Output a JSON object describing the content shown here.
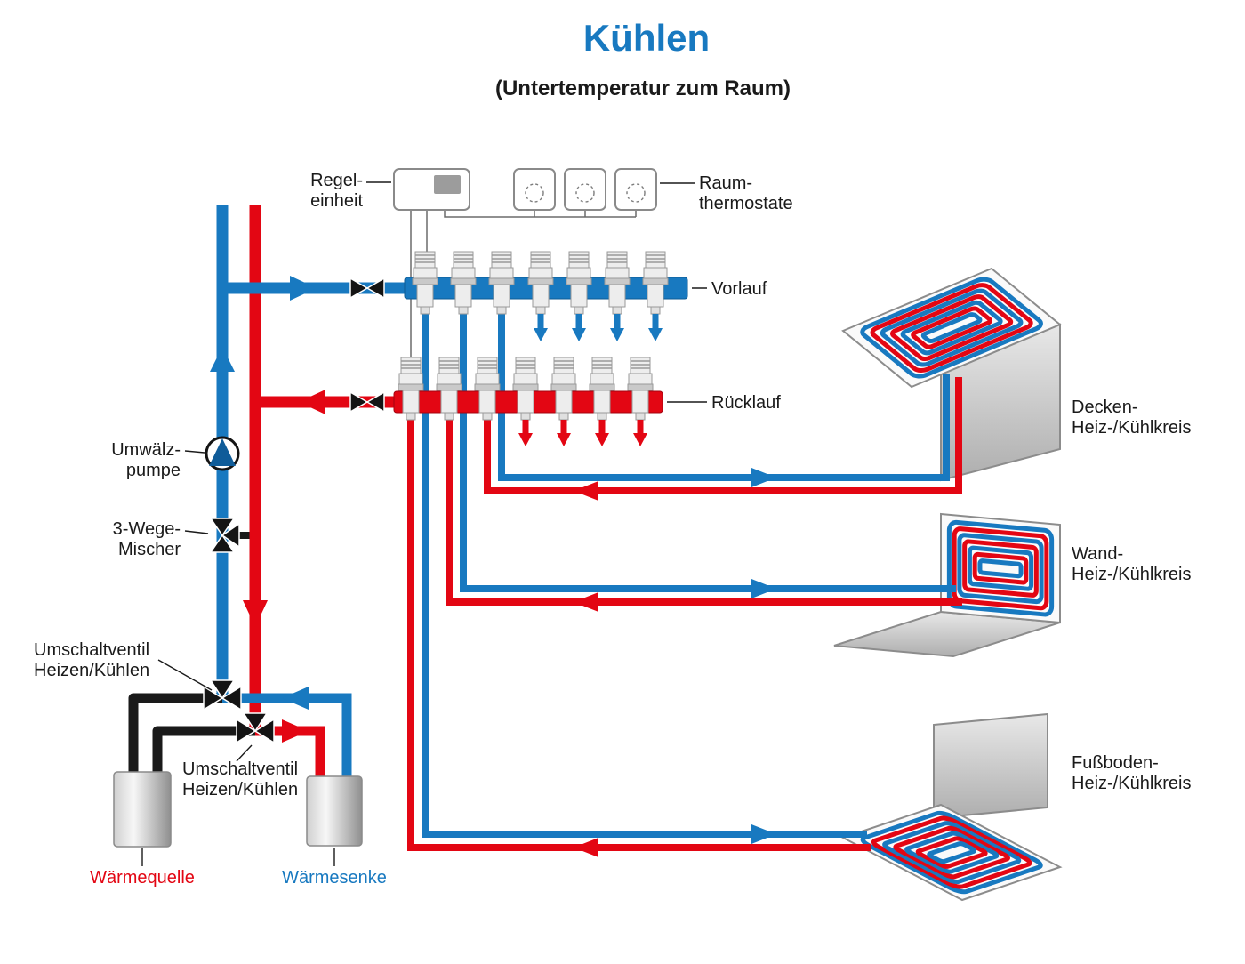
{
  "title": "Kühlen",
  "subtitle": "(Untertemperatur zum Raum)",
  "colors": {
    "accent_blue": "#1879c0",
    "pipe_red": "#e30613",
    "pipe_black": "#1a1a1a",
    "panel_gray": "#c9c9c9"
  },
  "labels": {
    "regeleinheit": {
      "line1": "Regel-",
      "line2": "einheit"
    },
    "raumthermostate": {
      "line1": "Raum-",
      "line2": "thermostate"
    },
    "vorlauf": "Vorlauf",
    "ruecklauf": "Rücklauf",
    "umwaelzpumpe": {
      "line1": "Umwälz-",
      "line2": "pumpe"
    },
    "dreiwegemischer": {
      "line1": "3-Wege-",
      "line2": "Mischer"
    },
    "umschaltventil_oben": {
      "line1": "Umschaltventil",
      "line2": "Heizen/Kühlen"
    },
    "umschaltventil_unten": {
      "line1": "Umschaltventil",
      "line2": "Heizen/Kühlen"
    },
    "waermequelle": "Wärmequelle",
    "waermesenke": "Wärmesenke",
    "deckenkreis": {
      "line1": "Decken-",
      "line2": "Heiz-/Kühlkreis"
    },
    "wandkreis": {
      "line1": "Wand-",
      "line2": "Heiz-/Kühlkreis"
    },
    "fussbodenkreis": {
      "line1": "Fußboden-",
      "line2": "Heiz-/Kühlkreis"
    }
  }
}
